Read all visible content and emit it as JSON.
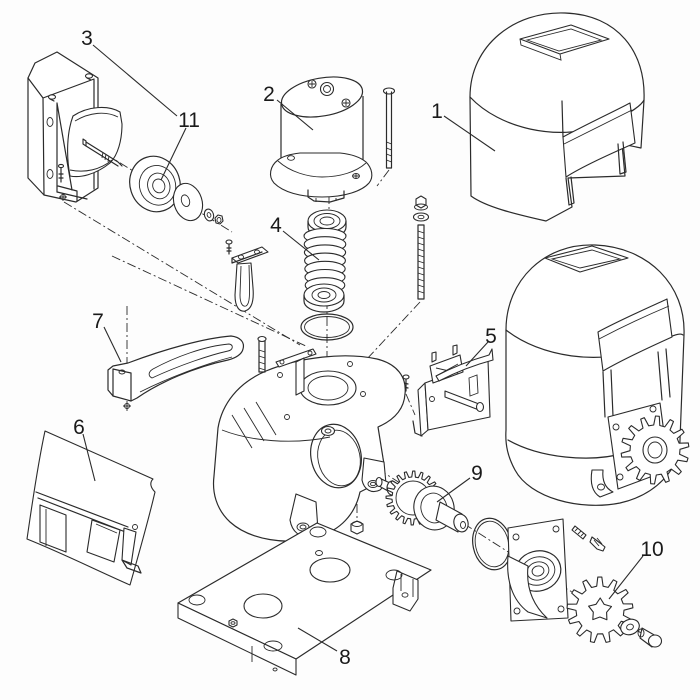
{
  "canvas": {
    "background": "#fdfdfd",
    "line_color": "#2b2b2b",
    "label_color": "#1a1a1a"
  },
  "labels": [
    {
      "text": "1"
    },
    {
      "text": "2"
    },
    {
      "text": "3"
    },
    {
      "text": "4"
    },
    {
      "text": "5"
    },
    {
      "text": "6"
    },
    {
      "text": "7"
    },
    {
      "text": "8"
    },
    {
      "text": "9"
    },
    {
      "text": "10"
    },
    {
      "text": "11"
    }
  ]
}
